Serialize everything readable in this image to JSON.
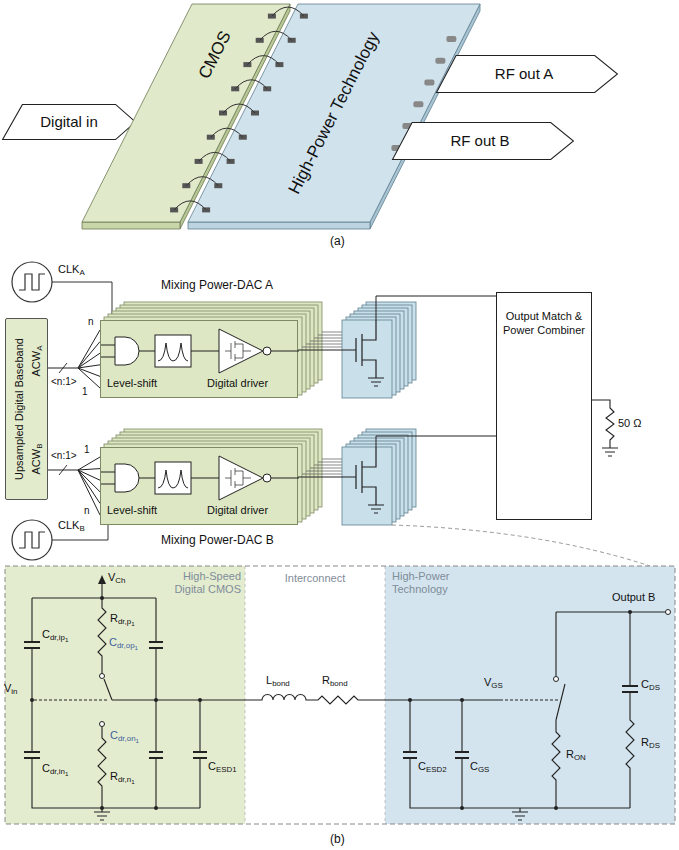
{
  "diagram": {
    "nodes": [
      {
        "text": [
          "Digital in"
        ]
      },
      {
        "text": [
          "CMOS"
        ]
      },
      {
        "text": [
          "High-Power Technology"
        ]
      },
      {
        "text": [
          "RF out A"
        ]
      },
      {
        "text": [
          "RF out B"
        ]
      },
      {
        "text": [
          "Upsampled Digital Baseband",
          "ACWA",
          "ACWB"
        ]
      },
      {
        "text": [
          "Mixing Power-DAC A",
          "Level-shift",
          "Digital driver"
        ]
      },
      {
        "text": [
          "Output Match & Power Combiner"
        ]
      },
      {
        "text": [
          "Level-shift",
          "Digital driver",
          "Mixing Power-DAC B"
        ]
      },
      {
        "text": [
          "High-Speed Digital CMOS"
        ]
      },
      {
        "text": [
          "Interconnect"
        ]
      },
      {
        "text": [
          "High-Power Technology"
        ]
      }
    ],
    "edges": [
      {
        "from": 5,
        "to": 6,
        "arrow": "none"
      },
      {
        "from": 5,
        "to": 8,
        "arrow": "none"
      },
      {
        "from": 6,
        "to": 7,
        "arrow": "none"
      },
      {
        "from": 8,
        "to": 7,
        "arrow": "none"
      }
    ],
    "labels": [
      "(a)",
      "CLKA",
      "n",
      "1",
      "<n:1>",
      "<n:1>",
      "1",
      "n",
      "CLKB",
      "50 Ω",
      "VCh",
      "Rdr,p1",
      "Cdr,ip1",
      "Cdr,op1",
      "Vin",
      "Cdr,on1",
      "Cdr,in1",
      "Rdr,n1",
      "CESD1",
      "Lbond",
      "Rbond",
      "VGS",
      "CESD2",
      "CGS",
      "Output B",
      "RON",
      "CDS",
      "RDS",
      "(b)"
    ]
  }
}
